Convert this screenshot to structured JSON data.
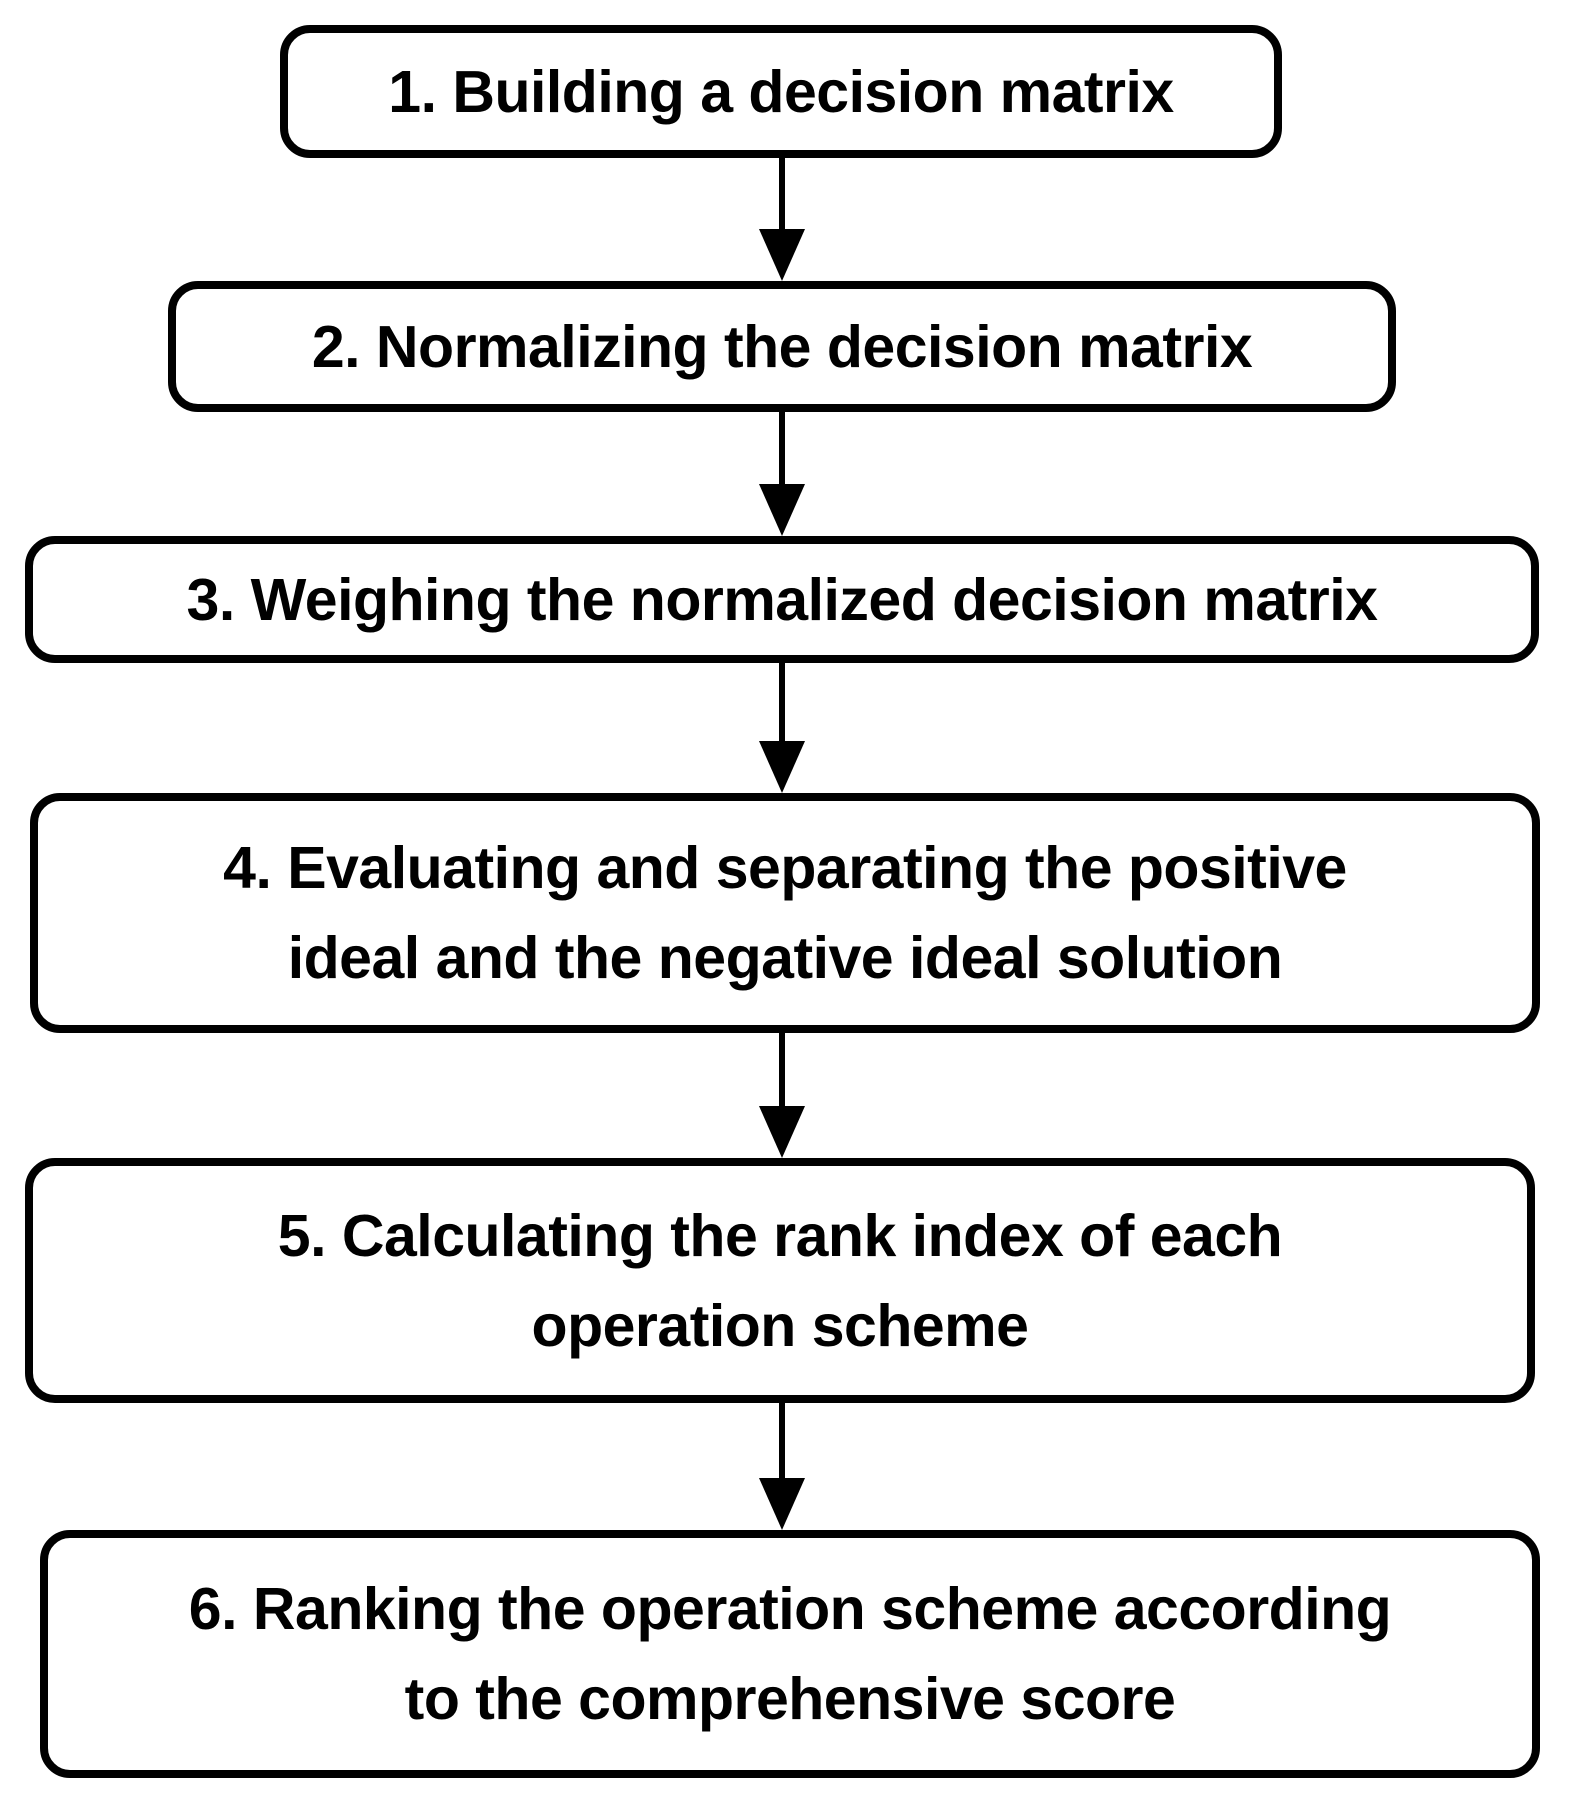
{
  "diagram": {
    "type": "flowchart",
    "direction": "top-down",
    "steps": [
      {
        "id": 1,
        "lines": [
          "1. Building a decision matrix"
        ]
      },
      {
        "id": 2,
        "lines": [
          "2. Normalizing the decision matrix"
        ]
      },
      {
        "id": 3,
        "lines": [
          "3. Weighing the normalized decision matrix"
        ]
      },
      {
        "id": 4,
        "lines": [
          "4. Evaluating and separating the positive",
          "ideal and the negative ideal solution"
        ]
      },
      {
        "id": 5,
        "lines": [
          "5. Calculating the rank index of each",
          "operation scheme"
        ]
      },
      {
        "id": 6,
        "lines": [
          "6. Ranking the operation scheme according",
          "to the comprehensive score"
        ]
      }
    ],
    "connectors": [
      {
        "from": 1,
        "to": 2
      },
      {
        "from": 2,
        "to": 3
      },
      {
        "from": 3,
        "to": 4
      },
      {
        "from": 4,
        "to": 5
      },
      {
        "from": 5,
        "to": 6
      }
    ],
    "colors": {
      "stroke": "#000000",
      "box_fill": "#ffffff",
      "background": "#ffffff",
      "text": "#000000"
    }
  }
}
